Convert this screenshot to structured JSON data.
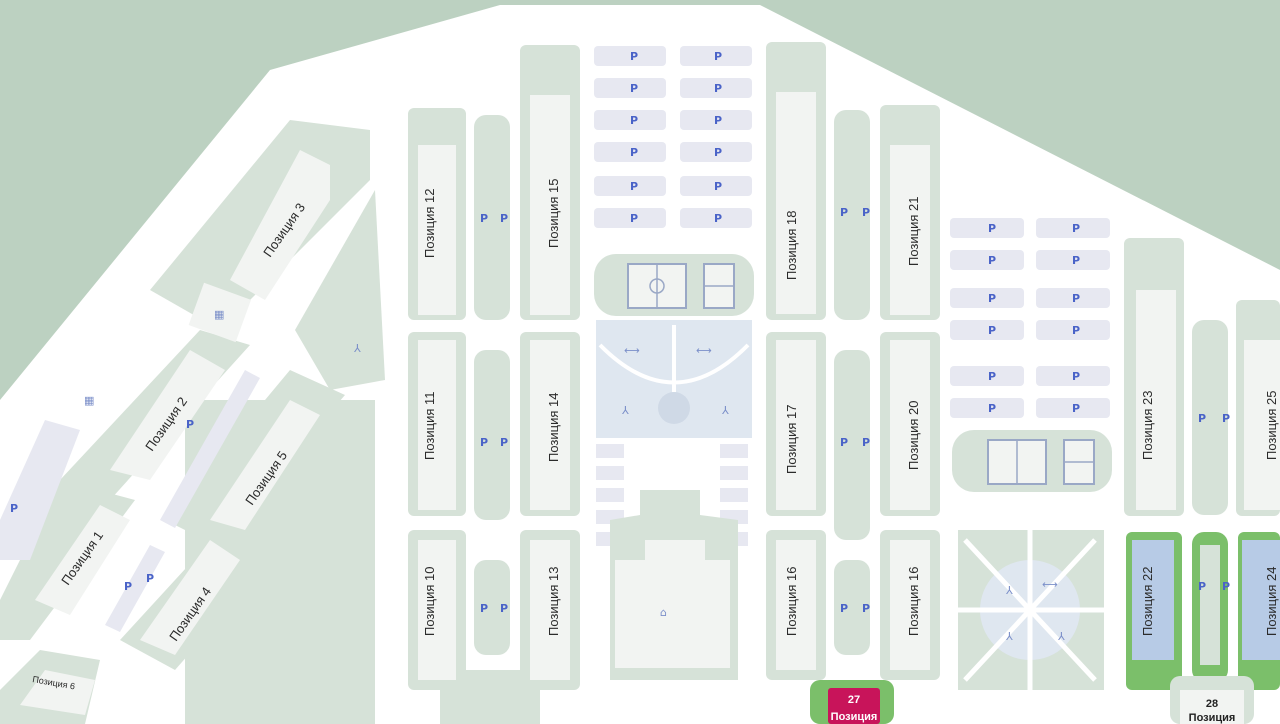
{
  "map": {
    "colors": {
      "water": "#bcd1c1",
      "street": "#ffffff",
      "block": "#d6e2d8",
      "building": "#f2f4f2",
      "parking": "#e7e8f1",
      "parking_sign": "#4a63c8",
      "plaza": "#dfe7f0",
      "highlight_green": "#7bbf6a",
      "highlight_blue": "#b7cbe6",
      "highlight_red": "#c8145a"
    },
    "positions": {
      "p1": "Позиция 1",
      "p2": "Позиция 2",
      "p3": "Позиция 3",
      "p4": "Позиция 4",
      "p5": "Позиция 5",
      "p6": "Позиция 6",
      "p10": "Позиция 10",
      "p11": "Позиция 11",
      "p12": "Позиция 12",
      "p13": "Позиция 13",
      "p14": "Позиция 14",
      "p15": "Позиция 15",
      "p16a": "Позиция 16",
      "p16b": "Позиция 16",
      "p17": "Позиция 17",
      "p18": "Позиция 18",
      "p20": "Позиция 20",
      "p21": "Позиция 21",
      "p22": "Позиция 22",
      "p23": "Позиция 23",
      "p24": "Позиция 24",
      "p25": "Позиция 25"
    },
    "badges": {
      "b27_number": "27",
      "b27_label": "Позиция",
      "b28_number": "28",
      "b28_label": "Позиция"
    },
    "parking_symbol": "P",
    "icons": [
      "parking-icon",
      "playground-icon",
      "double-arrow-icon",
      "basketball-court-icon",
      "school-icon",
      "shop-icon"
    ]
  }
}
